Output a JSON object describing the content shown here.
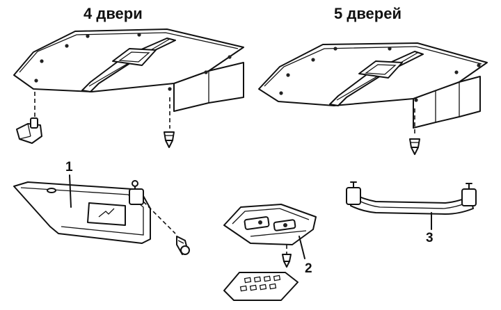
{
  "titles": {
    "left": "4 двери",
    "right": "5 дверей"
  },
  "callouts": {
    "sun_visor": "1",
    "dome_light": "2",
    "grab_handle": "3"
  }
}
